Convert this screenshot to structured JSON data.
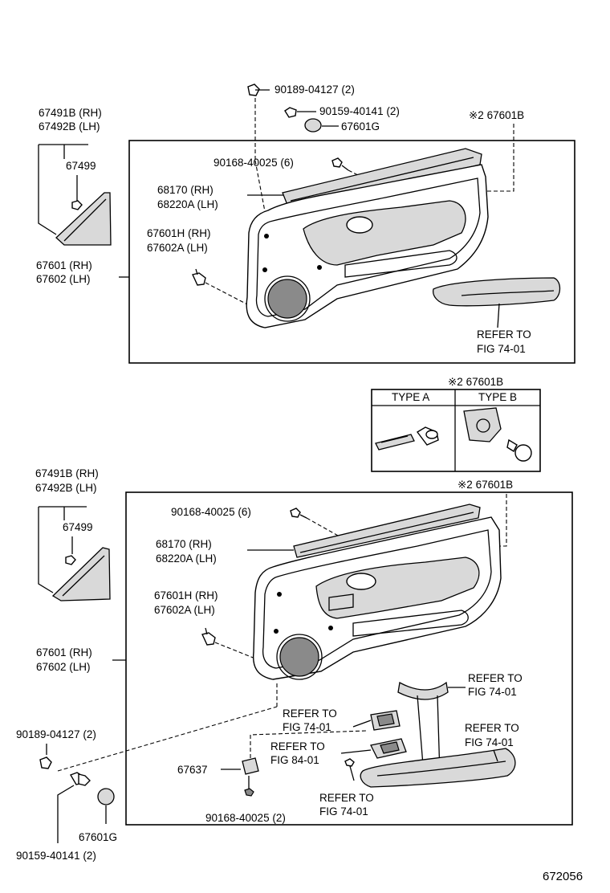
{
  "diagram_id": "672056",
  "top": {
    "labels": {
      "p90189": "90189-04127 (2)",
      "p90159": "90159-40141 (2)",
      "p67601g": "67601G",
      "p67601b": "※2 67601B",
      "p67491b": "67491B (RH)",
      "p67492b": "67492B (LH)",
      "p67499": "67499",
      "p90168": "90168-40025 (6)",
      "p68170": "68170   (RH)",
      "p68220a": "68220A (LH)",
      "p67601h": "67601H (RH)",
      "p67602a": "67602A (LH)",
      "p67601": "67601 (RH)",
      "p67602": "67602 (LH)",
      "refer1": "REFER TO",
      "fig1": "FIG 74-01"
    }
  },
  "inset": {
    "title": "※2 67601B",
    "type_a": "TYPE A",
    "type_b": "TYPE B"
  },
  "bottom": {
    "labels": {
      "p67601b": "※2 67601B",
      "p67491b": "67491B (RH)",
      "p67492b": "67492B (LH)",
      "p67499": "67499",
      "p90168a": "90168-40025 (6)",
      "p68170": "68170   (RH)",
      "p68220a": "68220A (LH)",
      "p67601h": "67601H (RH)",
      "p67602a": "67602A (LH)",
      "p67601": "67601 (RH)",
      "p67602": "67602 (LH)",
      "ref_a1": "REFER TO",
      "ref_a2": "FIG 74-01",
      "ref_b1": "REFER TO",
      "ref_b2": "FIG 74-01",
      "ref_c1": "REFER TO",
      "ref_c2": "FIG 84-01",
      "ref_d1": "REFER TO",
      "ref_d2": "FIG 74-01",
      "ref_e1": "REFER TO",
      "ref_e2": "FIG 74-01",
      "p90189": "90189-04127 (2)",
      "p67637": "67637",
      "p90168b": "90168-40025 (2)",
      "p90159": "90159-40141 (2)",
      "p67601g": "67601G"
    }
  }
}
